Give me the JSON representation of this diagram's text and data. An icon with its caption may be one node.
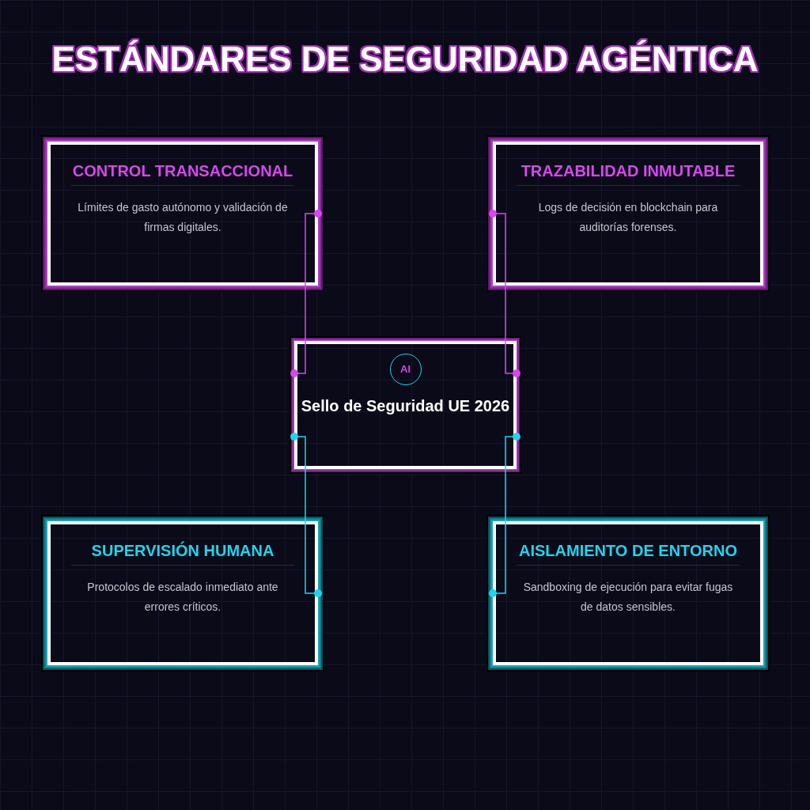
{
  "diagram": {
    "title": "ESTÁNDARES DE SEGURIDAD AGÉNTICA",
    "nodes": [
      {
        "text": [
          "CONTROL TRANSACCIONAL",
          "Límites de gasto autónomo y validación de firmas digitales."
        ]
      },
      {
        "text": [
          "TRAZABILIDAD INMUTABLE",
          "Logs de decisión en blockchain para auditorías forenses."
        ]
      },
      {
        "text": [
          "Sello de Seguridad UE 2026"
        ]
      },
      {
        "text": [
          "AI"
        ],
        "in": 2
      },
      {
        "text": [
          "SUPERVISIÓN HUMANA",
          "Protocolos de escalado inmediato ante errores críticos."
        ]
      },
      {
        "text": [
          "AISLAMIENTO DE ENTORNO",
          "Sandboxing de ejecución para evitar fugas de datos sensibles."
        ]
      }
    ],
    "edges": [
      {
        "from": 2,
        "to": 0,
        "arrow": "other",
        "color": "#d946ef"
      },
      {
        "from": 2,
        "to": 1,
        "arrow": "other",
        "color": "#d946ef"
      },
      {
        "from": 2,
        "to": 4,
        "arrow": "other",
        "color": "#22d3ee"
      },
      {
        "from": 2,
        "to": 5,
        "arrow": "other",
        "color": "#22d3ee"
      }
    ]
  }
}
